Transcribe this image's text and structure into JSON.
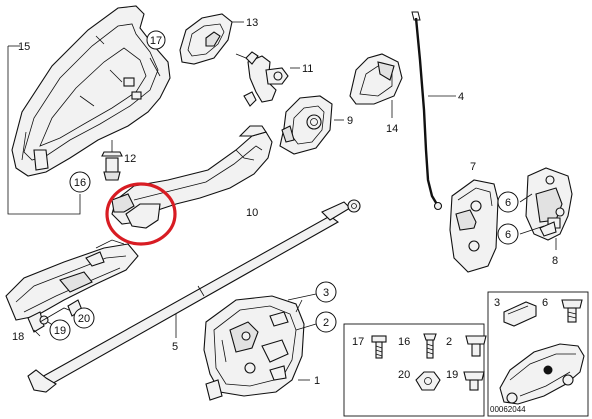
{
  "labels": {
    "l1": "1",
    "l2": "2",
    "l3": "3",
    "l4": "4",
    "l5": "5",
    "l6a": "6",
    "l6b": "6",
    "l7": "7",
    "l8": "8",
    "l9": "9",
    "l10": "10",
    "l11": "11",
    "l12": "12",
    "l13": "13",
    "l14": "14",
    "l15": "15",
    "l16": "16",
    "l17": "17",
    "l18": "18",
    "l19": "19",
    "l20": "20"
  },
  "legend": {
    "l3": "3",
    "l6": "6",
    "l17": "17",
    "l16": "16",
    "l2": "2",
    "l20": "20",
    "l19": "19"
  },
  "diagram_code": "00062044",
  "colors": {
    "highlight": "#d81c23",
    "line": "#111111"
  }
}
